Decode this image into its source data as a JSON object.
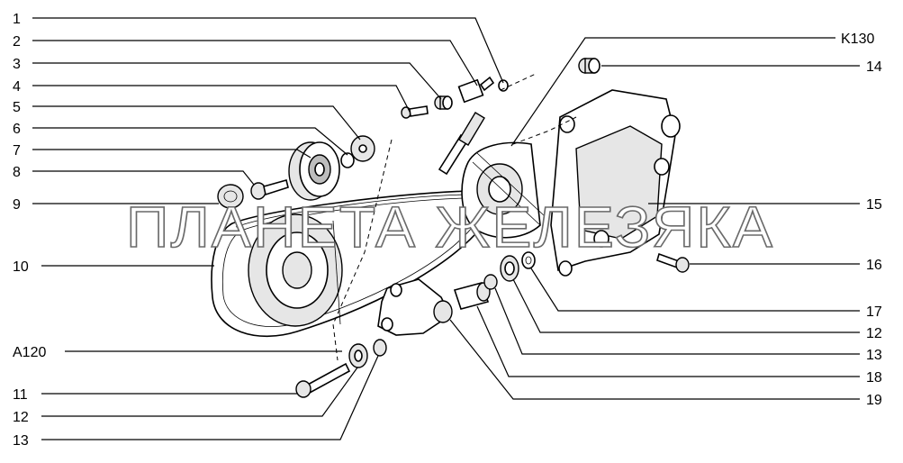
{
  "callouts": {
    "l1": "1",
    "l2": "2",
    "l3": "3",
    "l4": "4",
    "l5": "5",
    "l6": "6",
    "l7": "7",
    "l8": "8",
    "l9": "9",
    "l10": "10",
    "a120": "A120",
    "l11": "11",
    "l12b": "12",
    "l13b": "13",
    "k130": "K130",
    "r14": "14",
    "r15": "15",
    "r16": "16",
    "r17": "17",
    "r12": "12",
    "r13": "13",
    "r18": "18",
    "r19": "19"
  },
  "watermark": "ПЛАНЕТА ЖЕЛЕЗЯКА",
  "colors": {
    "line": "#000000",
    "fill": "#ffffff",
    "shade": "#bdbdbd",
    "watermark_stroke": "#6a6a6a"
  }
}
